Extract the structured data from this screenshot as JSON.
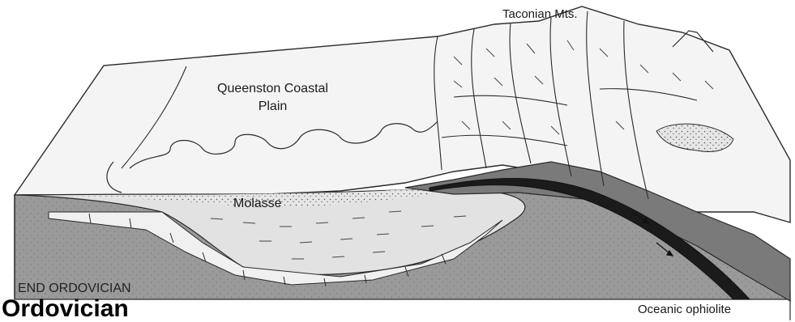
{
  "labels": {
    "mountains": "Taconian Mts.",
    "plain_line1": "Queenston Coastal",
    "plain_line2": "Plain",
    "molasse": "Molasse",
    "period": "END ORDOVICIAN",
    "caption": "Ordovician",
    "ophiolite": "Oceanic ophiolite"
  },
  "colors": {
    "basement": "#9a9a9a",
    "slab": "#1b1b1b",
    "ophiolite": "#7a7a7a",
    "molasse": "#dcdcdc",
    "line": "#2a2a2a"
  }
}
